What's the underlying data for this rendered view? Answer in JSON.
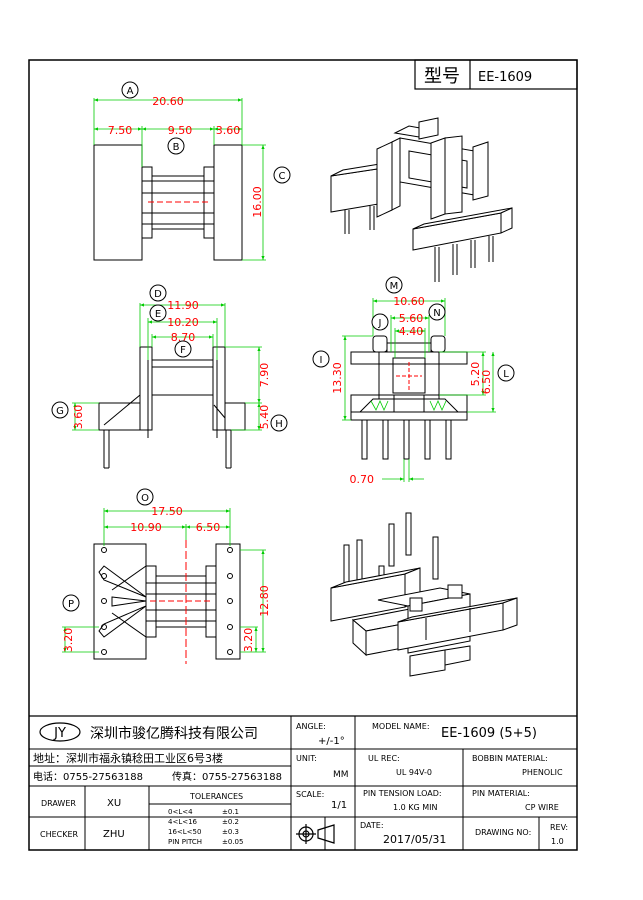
{
  "title_block": {
    "type_label": "型号",
    "model_top": "EE-1609",
    "company_logo": "JY",
    "company_name": "深圳市骏亿腾科技有限公司",
    "address": "地址：深圳市福永镇稔田工业区6号3楼",
    "phone": "电话：0755-27563188",
    "fax": "传真：0755-27563188",
    "angle_label": "ANGLE:",
    "angle_value": "+/-1°",
    "model_name_label": "MODEL NAME:",
    "model_name_value": "EE-1609 (5+5)",
    "unit_label": "UNIT:",
    "unit_value": "MM",
    "ul_rec_label": "UL REC:",
    "ul_rec_value": "UL 94V-0",
    "bobbin_material_label": "BOBBIN MATERIAL:",
    "bobbin_material_value": "PHENOLIC",
    "scale_label": "SCALE:",
    "scale_value": "1/1",
    "pin_tension_label": "PIN TENSION LOAD:",
    "pin_tension_value": "1.0 KG MIN",
    "pin_material_label": "PIN MATERIAL:",
    "pin_material_value": "CP WIRE",
    "drawer_label": "DRAWER",
    "drawer_value": "XU",
    "checker_label": "CHECKER",
    "checker_value": "ZHU",
    "tolerances_label": "TOLERANCES",
    "tolerances": [
      {
        "range": "0<L<4",
        "value": "±0.1"
      },
      {
        "range": "4<L<16",
        "value": "±0.2"
      },
      {
        "range": "16<L<50",
        "value": "±0.3"
      },
      {
        "range": "PIN PITCH",
        "value": "±0.05"
      }
    ],
    "date_label": "DATE:",
    "date_value": "2017/05/31",
    "drawing_no_label": "DRAWING NO:",
    "rev_label": "REV:",
    "rev_value": "1.0"
  },
  "dimensions": {
    "A": "20.60",
    "a_left": "7.50",
    "B": "9.50",
    "a_right": "3.60",
    "C": "16.00",
    "D": "11.90",
    "E": "10.20",
    "F": "8.70",
    "G": "3.60",
    "H_top": "7.90",
    "H": "5.40",
    "M": "10.60",
    "N": "5.60",
    "J": "4.40",
    "I": "13.30",
    "L_inner": "5.20",
    "L": "6.50",
    "pin": "0.70",
    "O": "17.50",
    "o_left": "10.90",
    "o_right": "6.50",
    "P_height": "12.80",
    "P": "3.20",
    "P_right": "3.20"
  },
  "balloons": [
    "A",
    "B",
    "C",
    "D",
    "E",
    "F",
    "G",
    "H",
    "M",
    "N",
    "J",
    "I",
    "L",
    "O",
    "P"
  ],
  "colors": {
    "dim": "#ff0000",
    "ext": "#00cc00",
    "ink": "#000000"
  }
}
